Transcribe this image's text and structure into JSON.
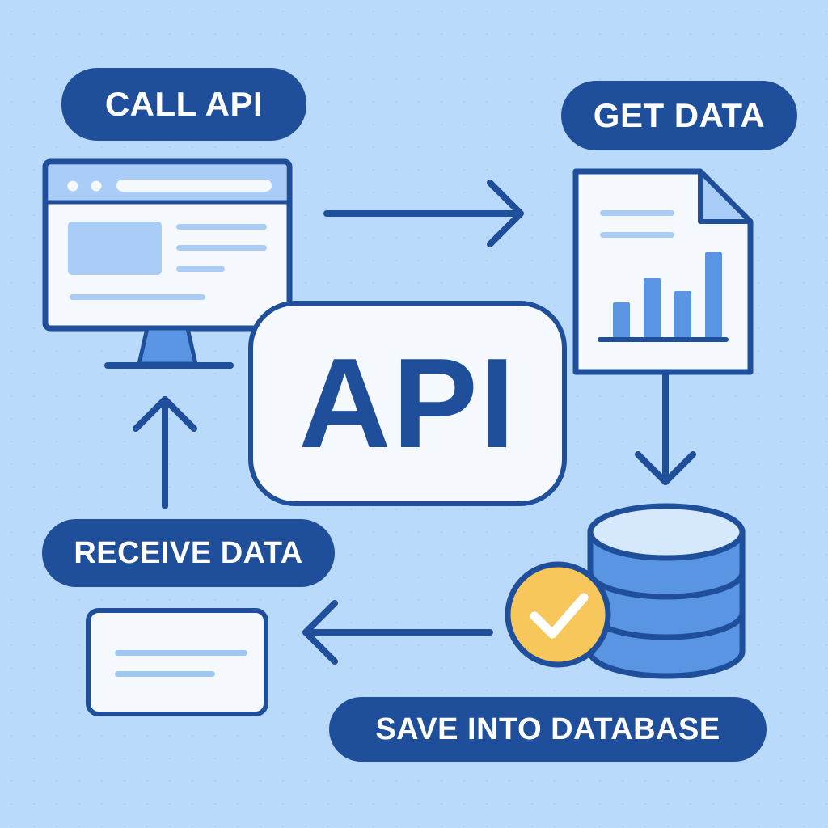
{
  "steps": {
    "call_api": "CALL API",
    "get_data": "GET DATA",
    "receive_data": "RECEIVE DATA",
    "save_into_database": "SAVE INTO DATABASE"
  },
  "center_label": "API",
  "colors": {
    "background": "#b9dafa",
    "primary": "#1f4f9a",
    "accent_blue": "#5a95e4",
    "light_blue": "#a9cdf6",
    "panel": "#f5f9fe",
    "check_badge": "#f7c75b"
  },
  "icons": [
    "monitor-icon",
    "document-chart-icon",
    "database-icon",
    "check-badge-icon",
    "card-icon"
  ]
}
